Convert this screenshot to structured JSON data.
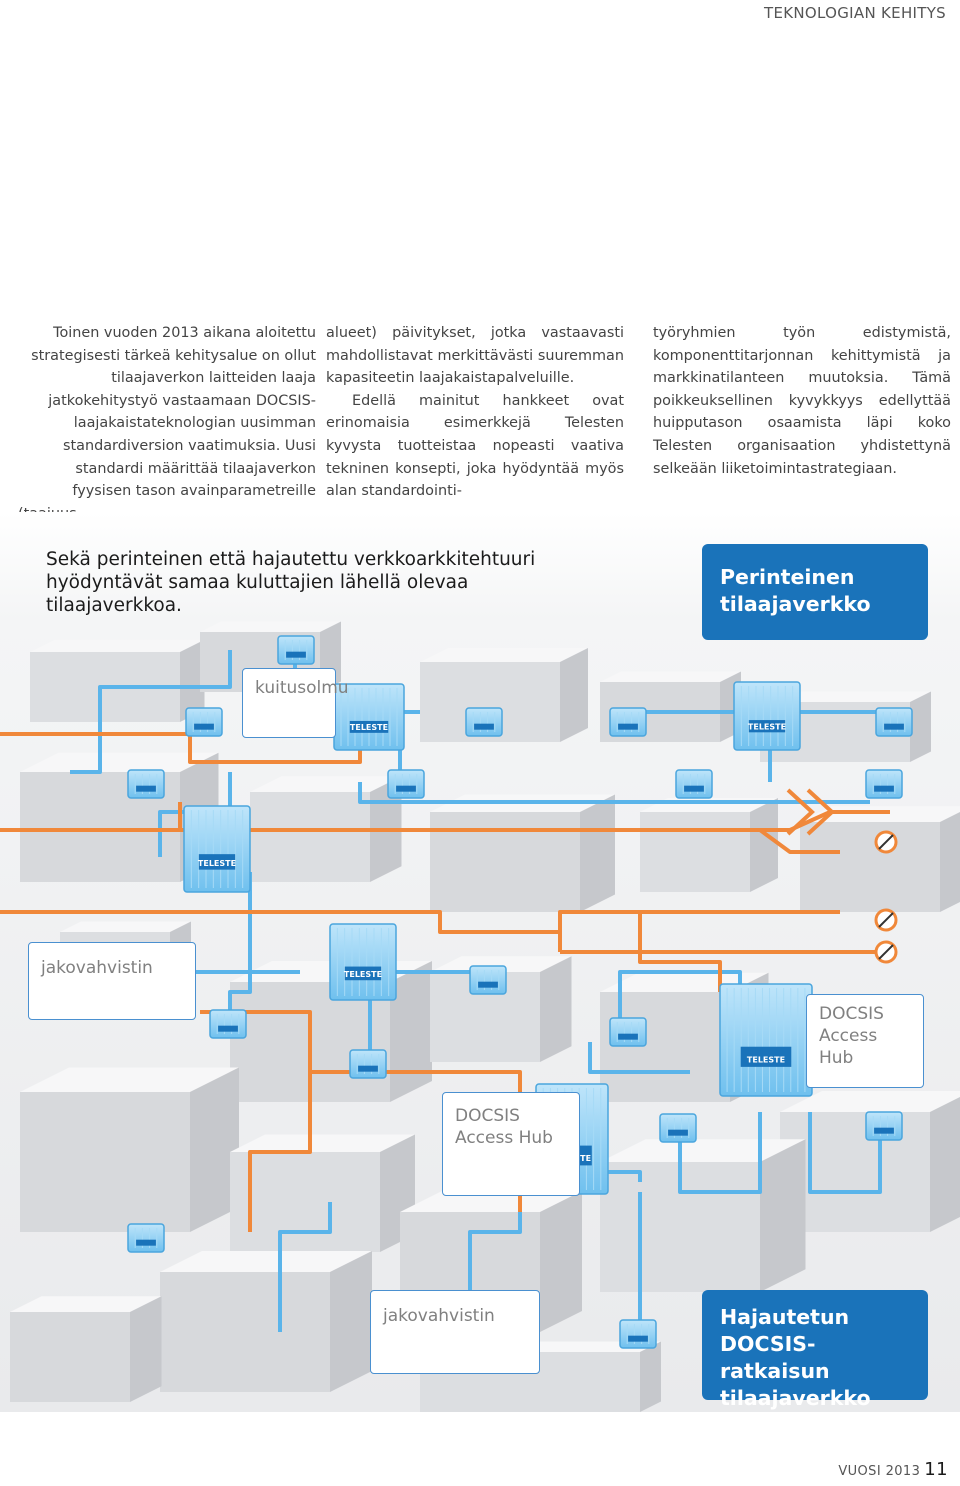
{
  "header": {
    "section": "TEKNOLOGIAN KEHITYS"
  },
  "article": {
    "col1": "Toinen vuoden 2013 aikana aloitettu strategisesti tärkeä kehitysalue on ollut tilaajaverkon laitteiden laaja jatkokehitystyö vastaamaan DOCSIS-laajakaistateknologian uusimman standardiversion vaatimuksia. Uusi standardi määrittää tilaajaverkon fyysisen tason avainparametreille (taajuus-",
    "col2_p1": "alueet) päivitykset, jotka vastaavasti mahdollistavat merkittävästi suuremman kapasiteetin laajakaistapalveluille.",
    "col2_p2": "Edellä mainitut hankkeet ovat erinomaisia esimerkkejä Telesten kyvysta tuotteistaa nopeasti vaativa tekninen konsepti, joka hyödyntää myös alan standardointi-",
    "col3": "työryhmien työn edistymistä, komponenttitarjonnan kehittymistä ja markkinatilanteen muutoksia. Tämä poikkeuksellinen kyvykkyys edellyttää huipputason osaamista läpi koko Telesten organisaation yhdistettynä selkeään liiketoimintastrategiaan."
  },
  "figure": {
    "caption": "Sekä perinteinen että hajautettu verkkoarkkitehtuuri hyödyntävät samaa kuluttajien lähellä olevaa tilaajaverkkoa.",
    "box_traditional": "Perinteinen tilaajaverkko",
    "box_distributed": "Hajautetun DOCSIS-ratkaisun tilaajaverkko",
    "label_fiber_node": "kuitusolmu",
    "label_amplifier_top": "jakovahvistin",
    "label_hub_right": "DOCSIS Access Hub",
    "label_hub_center": "DOCSIS Access Hub",
    "label_amplifier_bottom": "jakovahvistin",
    "device_brand": "TELESTE",
    "colors": {
      "accent_blue": "#1a73ba",
      "fiber_orange": "#f0883a",
      "coax_blue": "#5ab4ea"
    }
  },
  "footer": {
    "year_label": "VUOSI 2013",
    "page_number": "11"
  }
}
